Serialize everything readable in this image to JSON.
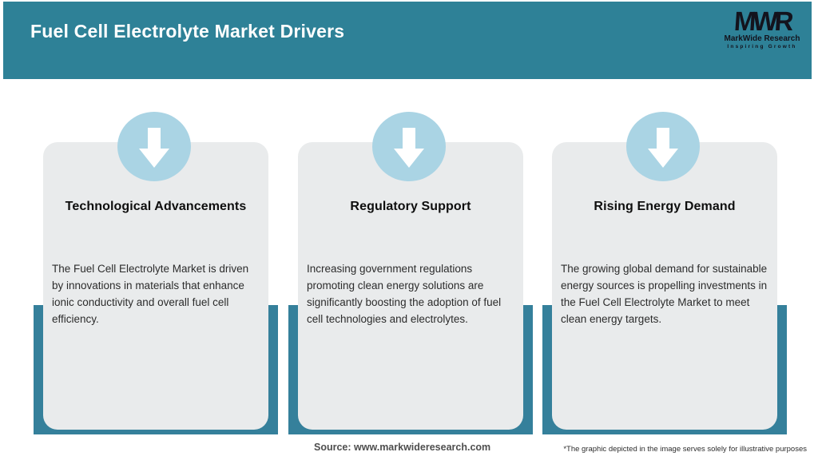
{
  "header": {
    "title": "Fuel Cell Electrolyte Market Drivers",
    "logo": {
      "monogram": "MWR",
      "name": "MarkWide Research",
      "tagline": "Inspiring Growth"
    }
  },
  "cards": [
    {
      "title": "Technological Advancements",
      "body": "The Fuel Cell Electrolyte Market is driven by innovations in materials that enhance ionic conductivity and overall fuel cell efficiency."
    },
    {
      "title": "Regulatory Support",
      "body": "Increasing government regulations promoting clean energy solutions are significantly boosting the adoption of fuel cell technologies and electrolytes."
    },
    {
      "title": "Rising Energy Demand",
      "body": "The growing global demand for sustainable energy sources is propelling investments in the Fuel Cell Electrolyte Market to meet clean energy targets."
    }
  ],
  "footer": {
    "source": "Source: www.markwideresearch.com",
    "disclaimer": "*The graphic depicted in the image serves solely for illustrative purposes"
  },
  "icons": {
    "card_badge": "down-arrow-icon"
  },
  "colors": {
    "header_teal": "#2e8197",
    "pillar_teal": "#35809b",
    "badge_blue": "#aad4e4",
    "card_gray": "#e9ebec",
    "title_white": "#ffffff",
    "logo_dark": "#13131d"
  }
}
